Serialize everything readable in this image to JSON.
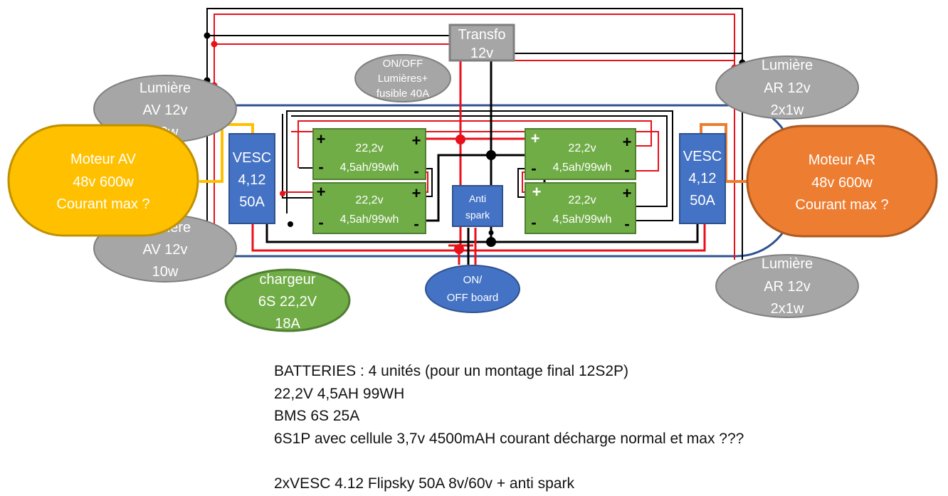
{
  "colors": {
    "wire_red": "#e8101a",
    "wire_black": "#000000",
    "board_outline": "#2f528f",
    "gray_fill": "#a6a6a6",
    "gray_stroke": "#7f7f7f",
    "battery_fill": "#70ad47",
    "battery_stroke": "#507e32",
    "vesc_fill": "#4472c4",
    "vesc_stroke": "#2f528f",
    "motor_av_fill": "#ffc000",
    "motor_av_stroke": "#c09100",
    "motor_ar_fill": "#ed7d31",
    "motor_ar_stroke": "#ae5a21",
    "charger_fill": "#70ad47",
    "switch_fill": "#4472c4"
  },
  "diagram": {
    "transfo": [
      "Transfo",
      "12v"
    ],
    "on_off_lights": [
      "ON/OFF",
      "Lumières+",
      "fusible 40A"
    ],
    "light_av_top": [
      "Lumière",
      "AV 12v",
      "10w"
    ],
    "light_av_bottom": [
      "Lumière",
      "AV 12v",
      "10w"
    ],
    "light_ar_top": [
      "Lumière",
      "AR 12v",
      "2x1w"
    ],
    "light_ar_bottom": [
      "Lumière",
      "AR 12v",
      "2x1w"
    ],
    "motor_av": [
      "Moteur AV",
      "48v 600w",
      "Courant max ?"
    ],
    "motor_ar": [
      "Moteur AR",
      "48v 600w",
      "Courant max ?"
    ],
    "vesc_left": [
      "VESC",
      "4,12",
      "50A"
    ],
    "vesc_right": [
      "VESC",
      "4,12",
      "50A"
    ],
    "battery_label": [
      "22,2v",
      "4,5ah/99wh"
    ],
    "plus": "+",
    "minus": "-",
    "antispark": [
      "Anti",
      "spark"
    ],
    "charger": [
      "chargeur",
      "6S 22,2V",
      "18A"
    ],
    "on_off_board": [
      "ON/",
      "OFF board"
    ]
  },
  "notes": [
    "BATTERIES : 4 unités (pour un montage final 12S2P)",
    "22,2V 4,5AH 99WH",
    "BMS 6S 25A",
    "6S1P avec cellule 3,7v 4500mAH courant décharge normal et max ???",
    "",
    "2xVESC 4.12 Flipsky 50A 8v/60v + anti spark"
  ]
}
